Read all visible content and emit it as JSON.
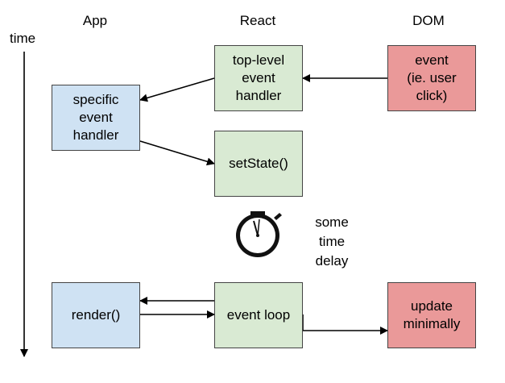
{
  "columns": {
    "app": "App",
    "react": "React",
    "dom": "DOM"
  },
  "time_label": "time",
  "boxes": {
    "top_level_handler": "top-level\nevent\nhandler",
    "dom_event": "event\n(ie. user\nclick)",
    "specific_handler": "specific\nevent\nhandler",
    "set_state": "setState()",
    "render": "render()",
    "event_loop": "event loop",
    "update": "update\nminimally"
  },
  "delay_text": "some\ntime\ndelay",
  "colors": {
    "app_box": "#cfe2f3",
    "react_box": "#d9ead3",
    "dom_box": "#ea9999",
    "border": "#444444"
  },
  "icons": [
    "stopwatch-icon"
  ]
}
